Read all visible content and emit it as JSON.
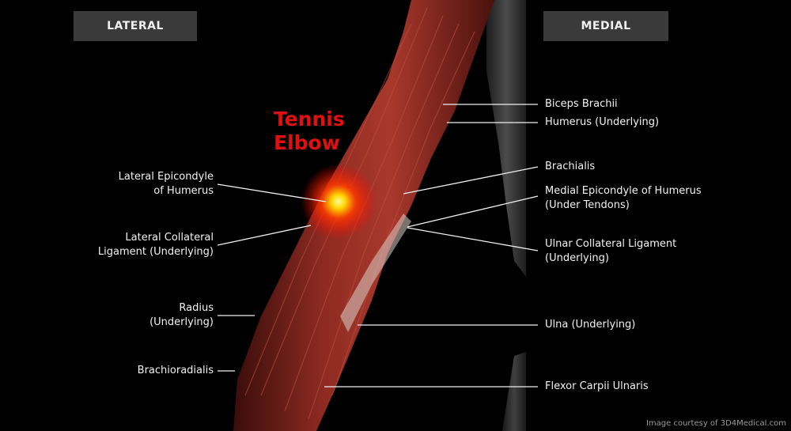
{
  "headers": {
    "lateral": "LATERAL",
    "medial": "MEDIAL"
  },
  "highlight": {
    "line1": "Tennis",
    "line2": "Elbow"
  },
  "lateral_labels": [
    {
      "line1": "Lateral Epicondyle",
      "line2": "of Humerus"
    },
    {
      "line1": "Lateral Collateral",
      "line2": "Ligament (Underlying)"
    },
    {
      "line1": "Radius",
      "line2": "(Underlying)"
    },
    {
      "line1": "Brachioradialis",
      "line2": ""
    }
  ],
  "medial_labels": [
    {
      "line1": "Biceps Brachii",
      "line2": ""
    },
    {
      "line1": "Humerus (Underlying)",
      "line2": ""
    },
    {
      "line1": "Brachialis",
      "line2": ""
    },
    {
      "line1": "Medial Epicondyle of Humerus",
      "line2": "(Under Tendons)"
    },
    {
      "line1": "Ulnar Collateral Ligament",
      "line2": "(Underlying)"
    },
    {
      "line1": "Ulna (Underlying)",
      "line2": ""
    },
    {
      "line1": "Flexor Carpii Ulnaris",
      "line2": ""
    }
  ],
  "credit": "Image courtesy of 3D4Medical.com",
  "colors": {
    "background": "#000000",
    "header_box": "#3a3a3a",
    "highlight_text": "#e01010",
    "muscle": "#8a2a22",
    "glow": "#ffd800"
  }
}
